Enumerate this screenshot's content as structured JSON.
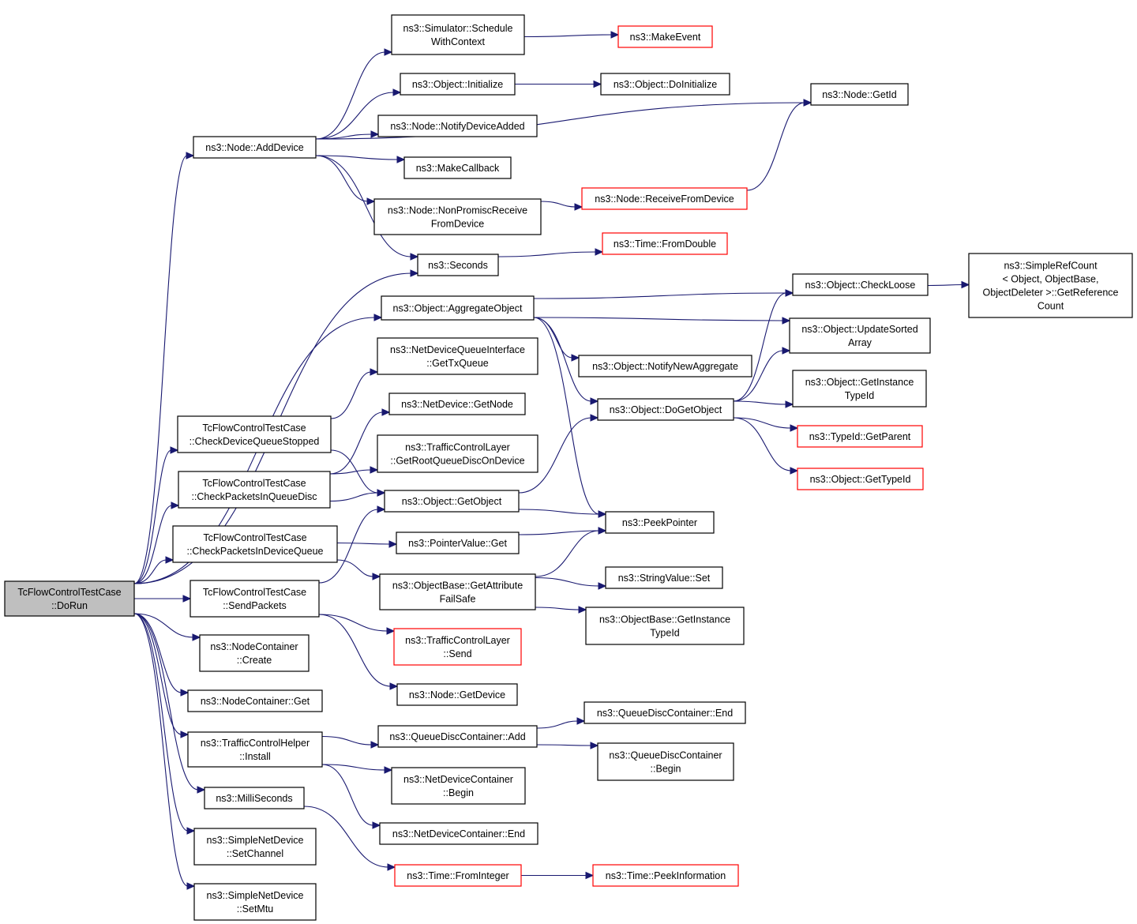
{
  "colors": {
    "edge": "#191970",
    "border_normal": "#000000",
    "border_undocumented": "#ff0000",
    "root_fill": "#bfbfbf",
    "node_fill": "#ffffff"
  },
  "nodes": [
    {
      "id": "dorun",
      "lines": [
        "TcFlowControlTestCase",
        "::DoRun"
      ],
      "style": "root"
    },
    {
      "id": "adddevice",
      "lines": [
        "ns3::Node::AddDevice"
      ],
      "style": "normal"
    },
    {
      "id": "schedwc",
      "lines": [
        "ns3::Simulator::Schedule",
        "WithContext"
      ],
      "style": "normal"
    },
    {
      "id": "makeevent",
      "lines": [
        "ns3::MakeEvent"
      ],
      "style": "red"
    },
    {
      "id": "objinit",
      "lines": [
        "ns3::Object::Initialize"
      ],
      "style": "normal"
    },
    {
      "id": "objdoinit",
      "lines": [
        "ns3::Object::DoInitialize"
      ],
      "style": "normal"
    },
    {
      "id": "getid",
      "lines": [
        "ns3::Node::GetId"
      ],
      "style": "normal"
    },
    {
      "id": "notifydev",
      "lines": [
        "ns3::Node::NotifyDeviceAdded"
      ],
      "style": "normal"
    },
    {
      "id": "makecb",
      "lines": [
        "ns3::MakeCallback"
      ],
      "style": "normal"
    },
    {
      "id": "nonpromisc",
      "lines": [
        "ns3::Node::NonPromiscReceive",
        "FromDevice"
      ],
      "style": "normal"
    },
    {
      "id": "recvfromdev",
      "lines": [
        "ns3::Node::ReceiveFromDevice"
      ],
      "style": "red"
    },
    {
      "id": "seconds",
      "lines": [
        "ns3::Seconds"
      ],
      "style": "normal"
    },
    {
      "id": "fromdouble",
      "lines": [
        "ns3::Time::FromDouble"
      ],
      "style": "red"
    },
    {
      "id": "aggobj",
      "lines": [
        "ns3::Object::AggregateObject"
      ],
      "style": "normal"
    },
    {
      "id": "checkloose",
      "lines": [
        "ns3::Object::CheckLoose"
      ],
      "style": "normal"
    },
    {
      "id": "simplerefcount",
      "lines": [
        "ns3::SimpleRefCount",
        "< Object, ObjectBase,",
        "ObjectDeleter >::GetReference",
        "Count"
      ],
      "style": "normal"
    },
    {
      "id": "updsorted",
      "lines": [
        "ns3::Object::UpdateSorted",
        "Array"
      ],
      "style": "normal"
    },
    {
      "id": "gettxqueue",
      "lines": [
        "ns3::NetDeviceQueueInterface",
        "::GetTxQueue"
      ],
      "style": "normal"
    },
    {
      "id": "notifynewagg",
      "lines": [
        "ns3::Object::NotifyNewAggregate"
      ],
      "style": "normal"
    },
    {
      "id": "getinsttypeid",
      "lines": [
        "ns3::Object::GetInstance",
        "TypeId"
      ],
      "style": "normal"
    },
    {
      "id": "checkdevqstop",
      "lines": [
        "TcFlowControlTestCase",
        "::CheckDeviceQueueStopped"
      ],
      "style": "normal"
    },
    {
      "id": "netdevgetnode",
      "lines": [
        "ns3::NetDevice::GetNode"
      ],
      "style": "normal"
    },
    {
      "id": "dogetobj",
      "lines": [
        "ns3::Object::DoGetObject"
      ],
      "style": "normal"
    },
    {
      "id": "getparent",
      "lines": [
        "ns3::TypeId::GetParent"
      ],
      "style": "red"
    },
    {
      "id": "getrootqd",
      "lines": [
        "ns3::TrafficControlLayer",
        "::GetRootQueueDiscOnDevice"
      ],
      "style": "normal"
    },
    {
      "id": "objgettypeid",
      "lines": [
        "ns3::Object::GetTypeId"
      ],
      "style": "red"
    },
    {
      "id": "checkpktsqd",
      "lines": [
        "TcFlowControlTestCase",
        "::CheckPacketsInQueueDisc"
      ],
      "style": "normal"
    },
    {
      "id": "getobject",
      "lines": [
        "ns3::Object::GetObject"
      ],
      "style": "normal"
    },
    {
      "id": "peekptr",
      "lines": [
        "ns3::PeekPointer"
      ],
      "style": "normal"
    },
    {
      "id": "checkpktsdq",
      "lines": [
        "TcFlowControlTestCase",
        "::CheckPacketsInDeviceQueue"
      ],
      "style": "normal"
    },
    {
      "id": "ptrvalget",
      "lines": [
        "ns3::PointerValue::Get"
      ],
      "style": "normal"
    },
    {
      "id": "getattrfs",
      "lines": [
        "ns3::ObjectBase::GetAttribute",
        "FailSafe"
      ],
      "style": "normal"
    },
    {
      "id": "strvalset",
      "lines": [
        "ns3::StringValue::Set"
      ],
      "style": "normal"
    },
    {
      "id": "sendpackets",
      "lines": [
        "TcFlowControlTestCase",
        "::SendPackets"
      ],
      "style": "normal"
    },
    {
      "id": "objbaseinsttid",
      "lines": [
        "ns3::ObjectBase::GetInstance",
        "TypeId"
      ],
      "style": "normal"
    },
    {
      "id": "tclsend",
      "lines": [
        "ns3::TrafficControlLayer",
        "::Send"
      ],
      "style": "red"
    },
    {
      "id": "nccreate",
      "lines": [
        "ns3::NodeContainer",
        "::Create"
      ],
      "style": "normal"
    },
    {
      "id": "nodegetdev",
      "lines": [
        "ns3::Node::GetDevice"
      ],
      "style": "normal"
    },
    {
      "id": "ncget",
      "lines": [
        "ns3::NodeContainer::Get"
      ],
      "style": "normal"
    },
    {
      "id": "qdcend",
      "lines": [
        "ns3::QueueDiscContainer::End"
      ],
      "style": "normal"
    },
    {
      "id": "qdcadd",
      "lines": [
        "ns3::QueueDiscContainer::Add"
      ],
      "style": "normal"
    },
    {
      "id": "tchinstall",
      "lines": [
        "ns3::TrafficControlHelper",
        "::Install"
      ],
      "style": "normal"
    },
    {
      "id": "qdcbegin",
      "lines": [
        "ns3::QueueDiscContainer",
        "::Begin"
      ],
      "style": "normal"
    },
    {
      "id": "ndcbegin",
      "lines": [
        "ns3::NetDeviceContainer",
        "::Begin"
      ],
      "style": "normal"
    },
    {
      "id": "milliseconds",
      "lines": [
        "ns3::MilliSeconds"
      ],
      "style": "normal"
    },
    {
      "id": "ndcend",
      "lines": [
        "ns3::NetDeviceContainer::End"
      ],
      "style": "normal"
    },
    {
      "id": "setchannel",
      "lines": [
        "ns3::SimpleNetDevice",
        "::SetChannel"
      ],
      "style": "normal"
    },
    {
      "id": "fromint",
      "lines": [
        "ns3::Time::FromInteger"
      ],
      "style": "red"
    },
    {
      "id": "peekinfo",
      "lines": [
        "ns3::Time::PeekInformation"
      ],
      "style": "red"
    },
    {
      "id": "setmtu",
      "lines": [
        "ns3::SimpleNetDevice",
        "::SetMtu"
      ],
      "style": "normal"
    }
  ],
  "edges": [
    [
      "dorun",
      "adddevice"
    ],
    [
      "dorun",
      "seconds"
    ],
    [
      "dorun",
      "aggobj"
    ],
    [
      "dorun",
      "checkdevqstop"
    ],
    [
      "dorun",
      "checkpktsqd"
    ],
    [
      "dorun",
      "checkpktsdq"
    ],
    [
      "dorun",
      "sendpackets"
    ],
    [
      "dorun",
      "nccreate"
    ],
    [
      "dorun",
      "ncget"
    ],
    [
      "dorun",
      "tchinstall"
    ],
    [
      "dorun",
      "milliseconds"
    ],
    [
      "dorun",
      "setchannel"
    ],
    [
      "dorun",
      "setmtu"
    ],
    [
      "adddevice",
      "schedwc"
    ],
    [
      "adddevice",
      "getid"
    ],
    [
      "adddevice",
      "objinit"
    ],
    [
      "adddevice",
      "notifydev"
    ],
    [
      "adddevice",
      "makecb"
    ],
    [
      "adddevice",
      "nonpromisc"
    ],
    [
      "adddevice",
      "seconds"
    ],
    [
      "schedwc",
      "makeevent"
    ],
    [
      "objinit",
      "objdoinit"
    ],
    [
      "nonpromisc",
      "recvfromdev"
    ],
    [
      "recvfromdev",
      "getid"
    ],
    [
      "seconds",
      "fromdouble"
    ],
    [
      "aggobj",
      "checkloose"
    ],
    [
      "aggobj",
      "updsorted"
    ],
    [
      "aggobj",
      "notifynewagg"
    ],
    [
      "aggobj",
      "dogetobj"
    ],
    [
      "aggobj",
      "peekptr"
    ],
    [
      "checkloose",
      "simplerefcount"
    ],
    [
      "dogetobj",
      "checkloose"
    ],
    [
      "dogetobj",
      "updsorted"
    ],
    [
      "dogetobj",
      "getinsttypeid"
    ],
    [
      "dogetobj",
      "getparent"
    ],
    [
      "dogetobj",
      "objgettypeid"
    ],
    [
      "checkdevqstop",
      "gettxqueue"
    ],
    [
      "checkdevqstop",
      "getobject"
    ],
    [
      "checkpktsqd",
      "netdevgetnode"
    ],
    [
      "checkpktsqd",
      "getrootqd"
    ],
    [
      "checkpktsqd",
      "getobject"
    ],
    [
      "getobject",
      "dogetobj"
    ],
    [
      "getobject",
      "peekptr"
    ],
    [
      "checkpktsdq",
      "ptrvalget"
    ],
    [
      "checkpktsdq",
      "getattrfs"
    ],
    [
      "ptrvalget",
      "peekptr"
    ],
    [
      "getattrfs",
      "peekptr"
    ],
    [
      "getattrfs",
      "strvalset"
    ],
    [
      "getattrfs",
      "objbaseinsttid"
    ],
    [
      "sendpackets",
      "getobject"
    ],
    [
      "sendpackets",
      "tclsend"
    ],
    [
      "sendpackets",
      "nodegetdev"
    ],
    [
      "tchinstall",
      "qdcadd"
    ],
    [
      "tchinstall",
      "ndcbegin"
    ],
    [
      "tchinstall",
      "ndcend"
    ],
    [
      "qdcadd",
      "qdcend"
    ],
    [
      "qdcadd",
      "qdcbegin"
    ],
    [
      "milliseconds",
      "fromint"
    ],
    [
      "fromint",
      "peekinfo"
    ]
  ]
}
